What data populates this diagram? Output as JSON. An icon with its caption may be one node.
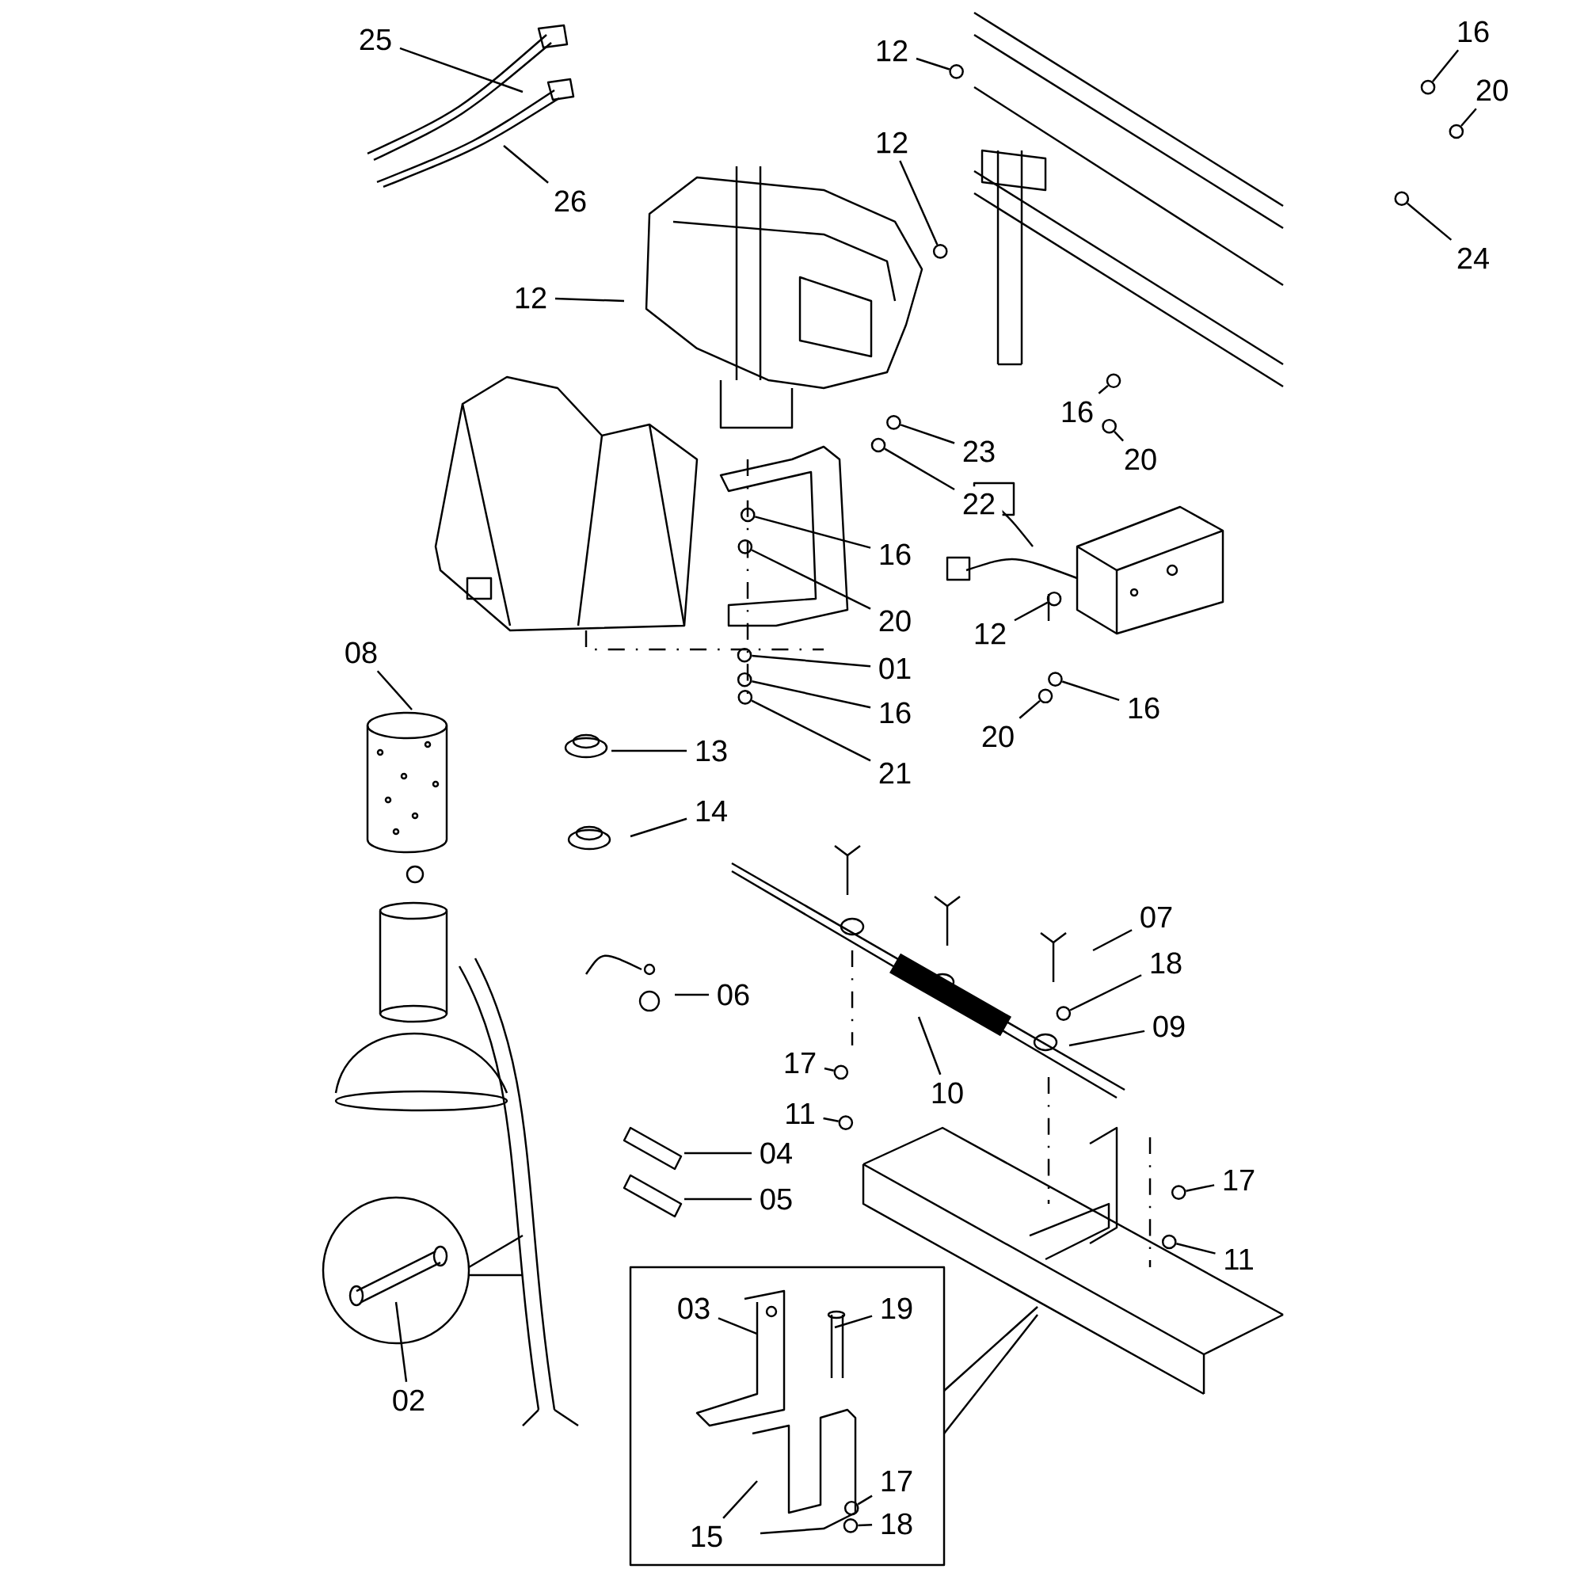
{
  "diagram": {
    "nodes": [
      {
        "text": [
          "25"
        ]
      },
      {
        "text": [
          "26"
        ]
      },
      {
        "text": [
          "12"
        ]
      },
      {
        "text": [
          "16"
        ]
      },
      {
        "text": [
          "20"
        ]
      },
      {
        "text": [
          "12"
        ]
      },
      {
        "text": [
          "24"
        ]
      },
      {
        "text": [
          "12"
        ]
      },
      {
        "text": [
          "16"
        ]
      },
      {
        "text": [
          "20"
        ]
      },
      {
        "text": [
          "23"
        ]
      },
      {
        "text": [
          "22"
        ]
      },
      {
        "text": [
          "16"
        ]
      },
      {
        "text": [
          "20"
        ]
      },
      {
        "text": [
          "01"
        ]
      },
      {
        "text": [
          "16"
        ]
      },
      {
        "text": [
          "21"
        ]
      },
      {
        "text": [
          "12"
        ]
      },
      {
        "text": [
          "16"
        ]
      },
      {
        "text": [
          "20"
        ]
      },
      {
        "text": [
          "08"
        ]
      },
      {
        "text": [
          "13"
        ]
      },
      {
        "text": [
          "14"
        ]
      },
      {
        "text": [
          "07"
        ]
      },
      {
        "text": [
          "18"
        ]
      },
      {
        "text": [
          "09"
        ]
      },
      {
        "text": [
          "06"
        ]
      },
      {
        "text": [
          "10"
        ]
      },
      {
        "text": [
          "17"
        ]
      },
      {
        "text": [
          "11"
        ]
      },
      {
        "text": [
          "04"
        ]
      },
      {
        "text": [
          "05"
        ]
      },
      {
        "text": [
          "17"
        ]
      },
      {
        "text": [
          "11"
        ]
      },
      {
        "text": [
          "02"
        ]
      },
      {
        "text": [
          "03"
        ]
      },
      {
        "text": [
          "19"
        ]
      },
      {
        "text": [
          "15"
        ]
      },
      {
        "text": [
          "17"
        ]
      },
      {
        "text": [
          "18"
        ]
      },
      {
        "text": [],
        "shape": "circle"
      },
      {
        "text": [],
        "shape": "circle"
      },
      {
        "text": [],
        "shape": "circle"
      },
      {
        "text": [],
        "shape": "circle"
      },
      {
        "text": [],
        "shape": "circle"
      },
      {
        "text": [],
        "shape": "circle"
      },
      {
        "text": [],
        "shape": "circle"
      },
      {
        "text": [],
        "shape": "circle"
      },
      {
        "text": [],
        "shape": "circle"
      },
      {
        "text": [],
        "shape": "circle"
      },
      {
        "text": [],
        "shape": "circle"
      },
      {
        "text": [],
        "shape": "circle"
      },
      {
        "text": [],
        "shape": "circle"
      },
      {
        "text": [],
        "shape": "circle"
      },
      {
        "text": [],
        "shape": "circle"
      },
      {
        "text": [],
        "shape": "circle"
      },
      {
        "text": [],
        "shape": "circle"
      },
      {
        "text": [],
        "shape": "circle"
      },
      {
        "text": [],
        "shape": "circle"
      },
      {
        "text": [],
        "shape": "circle"
      },
      {
        "text": [],
        "shape": "circle"
      },
      {
        "text": [],
        "shape": "circle"
      },
      {
        "text": [],
        "shape": "circle"
      },
      {
        "text": [],
        "shape": "circle"
      }
    ],
    "edges": [
      {
        "from": 0,
        "to": null,
        "arrow": "none"
      },
      {
        "from": 1,
        "to": null,
        "arrow": "none"
      },
      {
        "from": 2,
        "to": 40,
        "arrow": "none"
      },
      {
        "from": 3,
        "to": 41,
        "arrow": "none"
      },
      {
        "from": 4,
        "to": 42,
        "arrow": "none"
      },
      {
        "from": 5,
        "to": 43,
        "arrow": "none"
      },
      {
        "from": 6,
        "to": 44,
        "arrow": "none"
      },
      {
        "from": 7,
        "to": null,
        "arrow": "none"
      },
      {
        "from": 8,
        "to": 45,
        "arrow": "none"
      },
      {
        "from": 9,
        "to": 46,
        "arrow": "none"
      },
      {
        "from": 10,
        "to": 47,
        "arrow": "none"
      },
      {
        "from": 11,
        "to": 48,
        "arrow": "none"
      },
      {
        "from": 12,
        "to": 49,
        "arrow": "none"
      },
      {
        "from": 13,
        "to": 50,
        "arrow": "none"
      },
      {
        "from": 14,
        "to": 51,
        "arrow": "none"
      },
      {
        "from": 15,
        "to": 52,
        "arrow": "none"
      },
      {
        "from": 16,
        "to": 53,
        "arrow": "none"
      },
      {
        "from": 17,
        "to": 54,
        "arrow": "none"
      },
      {
        "from": 18,
        "to": 55,
        "arrow": "none"
      },
      {
        "from": 19,
        "to": 56,
        "arrow": "none"
      },
      {
        "from": 20,
        "to": null,
        "arrow": "none"
      },
      {
        "from": 21,
        "to": null,
        "arrow": "none"
      },
      {
        "from": 22,
        "to": null,
        "arrow": "none"
      },
      {
        "from": 23,
        "to": null,
        "arrow": "none"
      },
      {
        "from": 24,
        "to": 57,
        "arrow": "none"
      },
      {
        "from": 25,
        "to": null,
        "arrow": "none"
      },
      {
        "from": 26,
        "to": null,
        "arrow": "none"
      },
      {
        "from": 27,
        "to": null,
        "arrow": "none"
      },
      {
        "from": 28,
        "to": 58,
        "arrow": "none"
      },
      {
        "from": 29,
        "to": 59,
        "arrow": "none"
      },
      {
        "from": 30,
        "to": null,
        "arrow": "none"
      },
      {
        "from": 31,
        "to": null,
        "arrow": "none"
      },
      {
        "from": 32,
        "to": 60,
        "arrow": "none"
      },
      {
        "from": 33,
        "to": 61,
        "arrow": "none"
      },
      {
        "from": 34,
        "to": null,
        "arrow": "none"
      },
      {
        "from": 35,
        "to": null,
        "arrow": "none"
      },
      {
        "from": 36,
        "to": null,
        "arrow": "none"
      },
      {
        "from": 37,
        "to": null,
        "arrow": "none"
      },
      {
        "from": 38,
        "to": 62,
        "arrow": "none"
      },
      {
        "from": 39,
        "to": 63,
        "arrow": "none"
      }
    ]
  }
}
